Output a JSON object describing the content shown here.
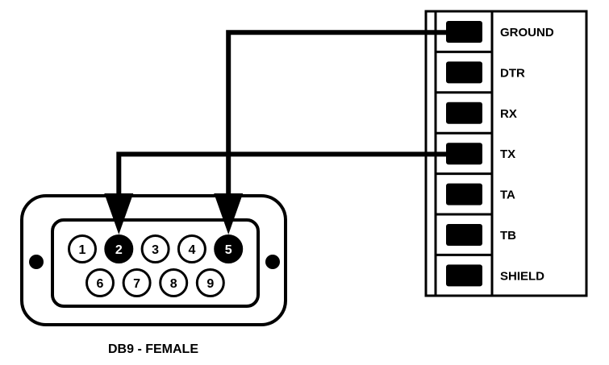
{
  "terminal_block": {
    "terminals": [
      {
        "label": "GROUND"
      },
      {
        "label": "DTR"
      },
      {
        "label": "RX"
      },
      {
        "label": "TX"
      },
      {
        "label": "TA"
      },
      {
        "label": "TB"
      },
      {
        "label": "SHIELD"
      }
    ]
  },
  "connector": {
    "label": "DB9 - FEMALE",
    "pins": [
      {
        "number": "1",
        "connected": false
      },
      {
        "number": "2",
        "connected": true
      },
      {
        "number": "3",
        "connected": false
      },
      {
        "number": "4",
        "connected": false
      },
      {
        "number": "5",
        "connected": true
      },
      {
        "number": "6",
        "connected": false
      },
      {
        "number": "7",
        "connected": false
      },
      {
        "number": "8",
        "connected": false
      },
      {
        "number": "9",
        "connected": false
      }
    ]
  },
  "wires": [
    {
      "from": "GROUND",
      "to_pin": "5"
    },
    {
      "from": "TX",
      "to_pin": "2"
    }
  ]
}
